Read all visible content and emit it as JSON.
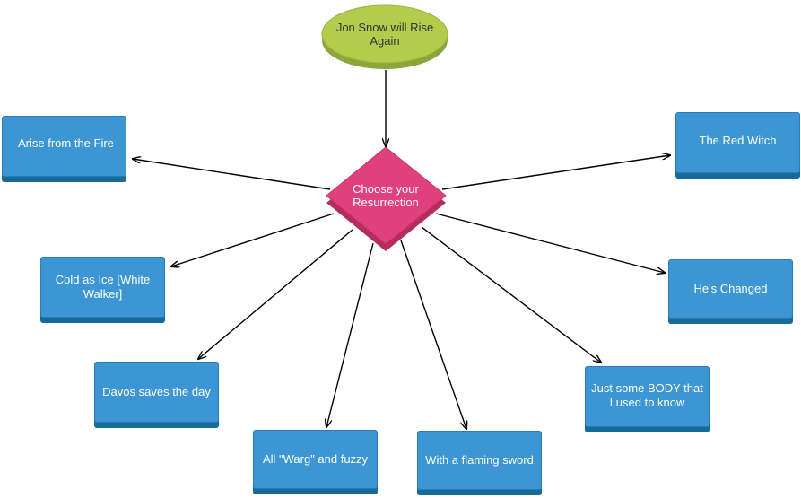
{
  "start": {
    "label": "Jon Snow will Rise Again"
  },
  "decision": {
    "label": "Choose your Resurrection"
  },
  "options": [
    {
      "label": "Arise from the Fire"
    },
    {
      "label": "The Red Witch"
    },
    {
      "label": "Cold as Ice [White Walker]"
    },
    {
      "label": "He's Changed"
    },
    {
      "label": "Davos saves the day"
    },
    {
      "label": "Just some BODY that I used to know"
    },
    {
      "label": "All \"Warg\" and fuzzy"
    },
    {
      "label": "With a flaming sword"
    }
  ],
  "colors": {
    "start_fill": "#b4cc4c",
    "decision_fill": "#e0407c",
    "box_fill": "#3d96d4",
    "arrow": "#000000"
  }
}
